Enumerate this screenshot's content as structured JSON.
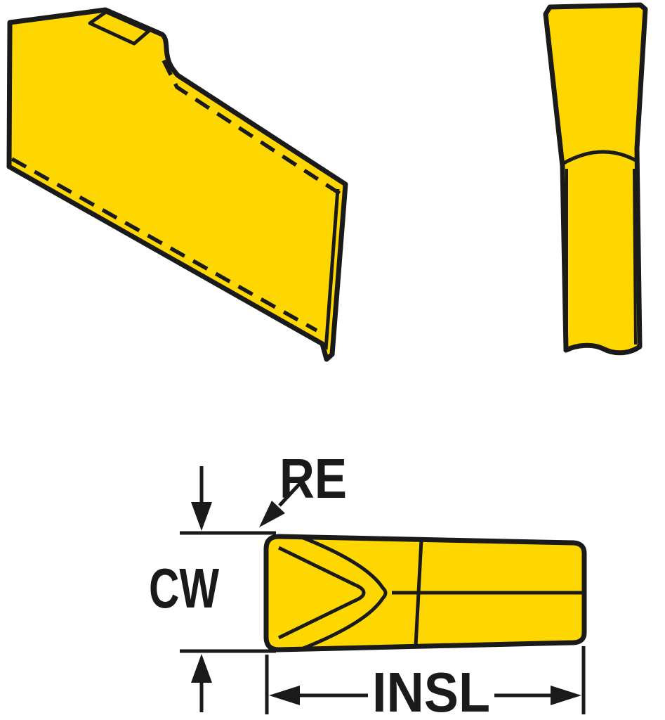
{
  "diagram": {
    "type": "technical-drawing",
    "subject": "parting-grooving-insert",
    "colors": {
      "insert_fill": "#FFD700",
      "outline": "#1A1A1A",
      "background": "#FFFFFF"
    },
    "labels": {
      "corner_radius": "RE",
      "cutting_width": "CW",
      "insert_length": "INSL"
    },
    "views": {
      "perspective": "perspective-view",
      "side": "side-view",
      "top": "top-view-with-dimensions"
    }
  }
}
